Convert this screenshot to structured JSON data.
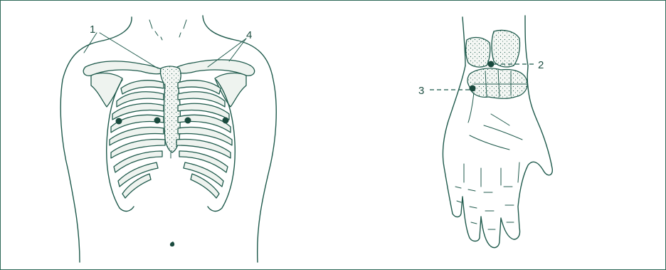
{
  "labels": {
    "chest_label_1": "1",
    "chest_label_4": "4",
    "hand_label_2": "2",
    "hand_label_3": "3"
  },
  "colors": {
    "ink": "#1f5a4c",
    "border": "#2f6a5a",
    "dot": "#1a4a3e"
  }
}
